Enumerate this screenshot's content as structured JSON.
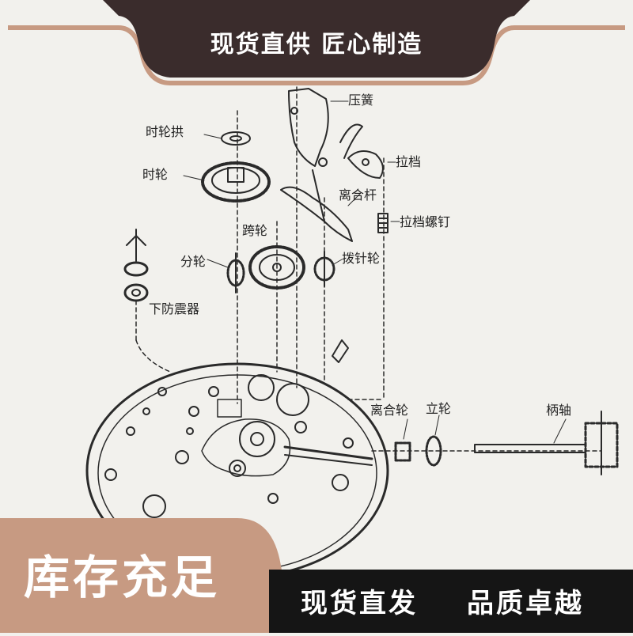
{
  "banners": {
    "top": "现货直供 匠心制造",
    "bottom_left": "库存充足",
    "bottom_mid": "现货直发",
    "bottom_right": "品质卓越"
  },
  "diagram": {
    "labels": {
      "spring": "压簧",
      "pull_block": "拉档",
      "clutch_lever": "离合杆",
      "pull_block_screw": "拉档螺钉",
      "hour_wheel_spring": "时轮拱",
      "hour_wheel": "时轮",
      "cross_wheel": "跨轮",
      "minute_wheel": "分轮",
      "setting_wheel": "拨针轮",
      "shock_absorber": "下防震器",
      "clutch_wheel": "离合轮",
      "crown_wheel": "立轮",
      "winding_stem": "柄轴"
    }
  },
  "colors": {
    "banner_dark": "#3a2c2c",
    "banner_accent": "#c79a82",
    "background": "#f2f1ed",
    "ink": "#2a2a2a"
  }
}
